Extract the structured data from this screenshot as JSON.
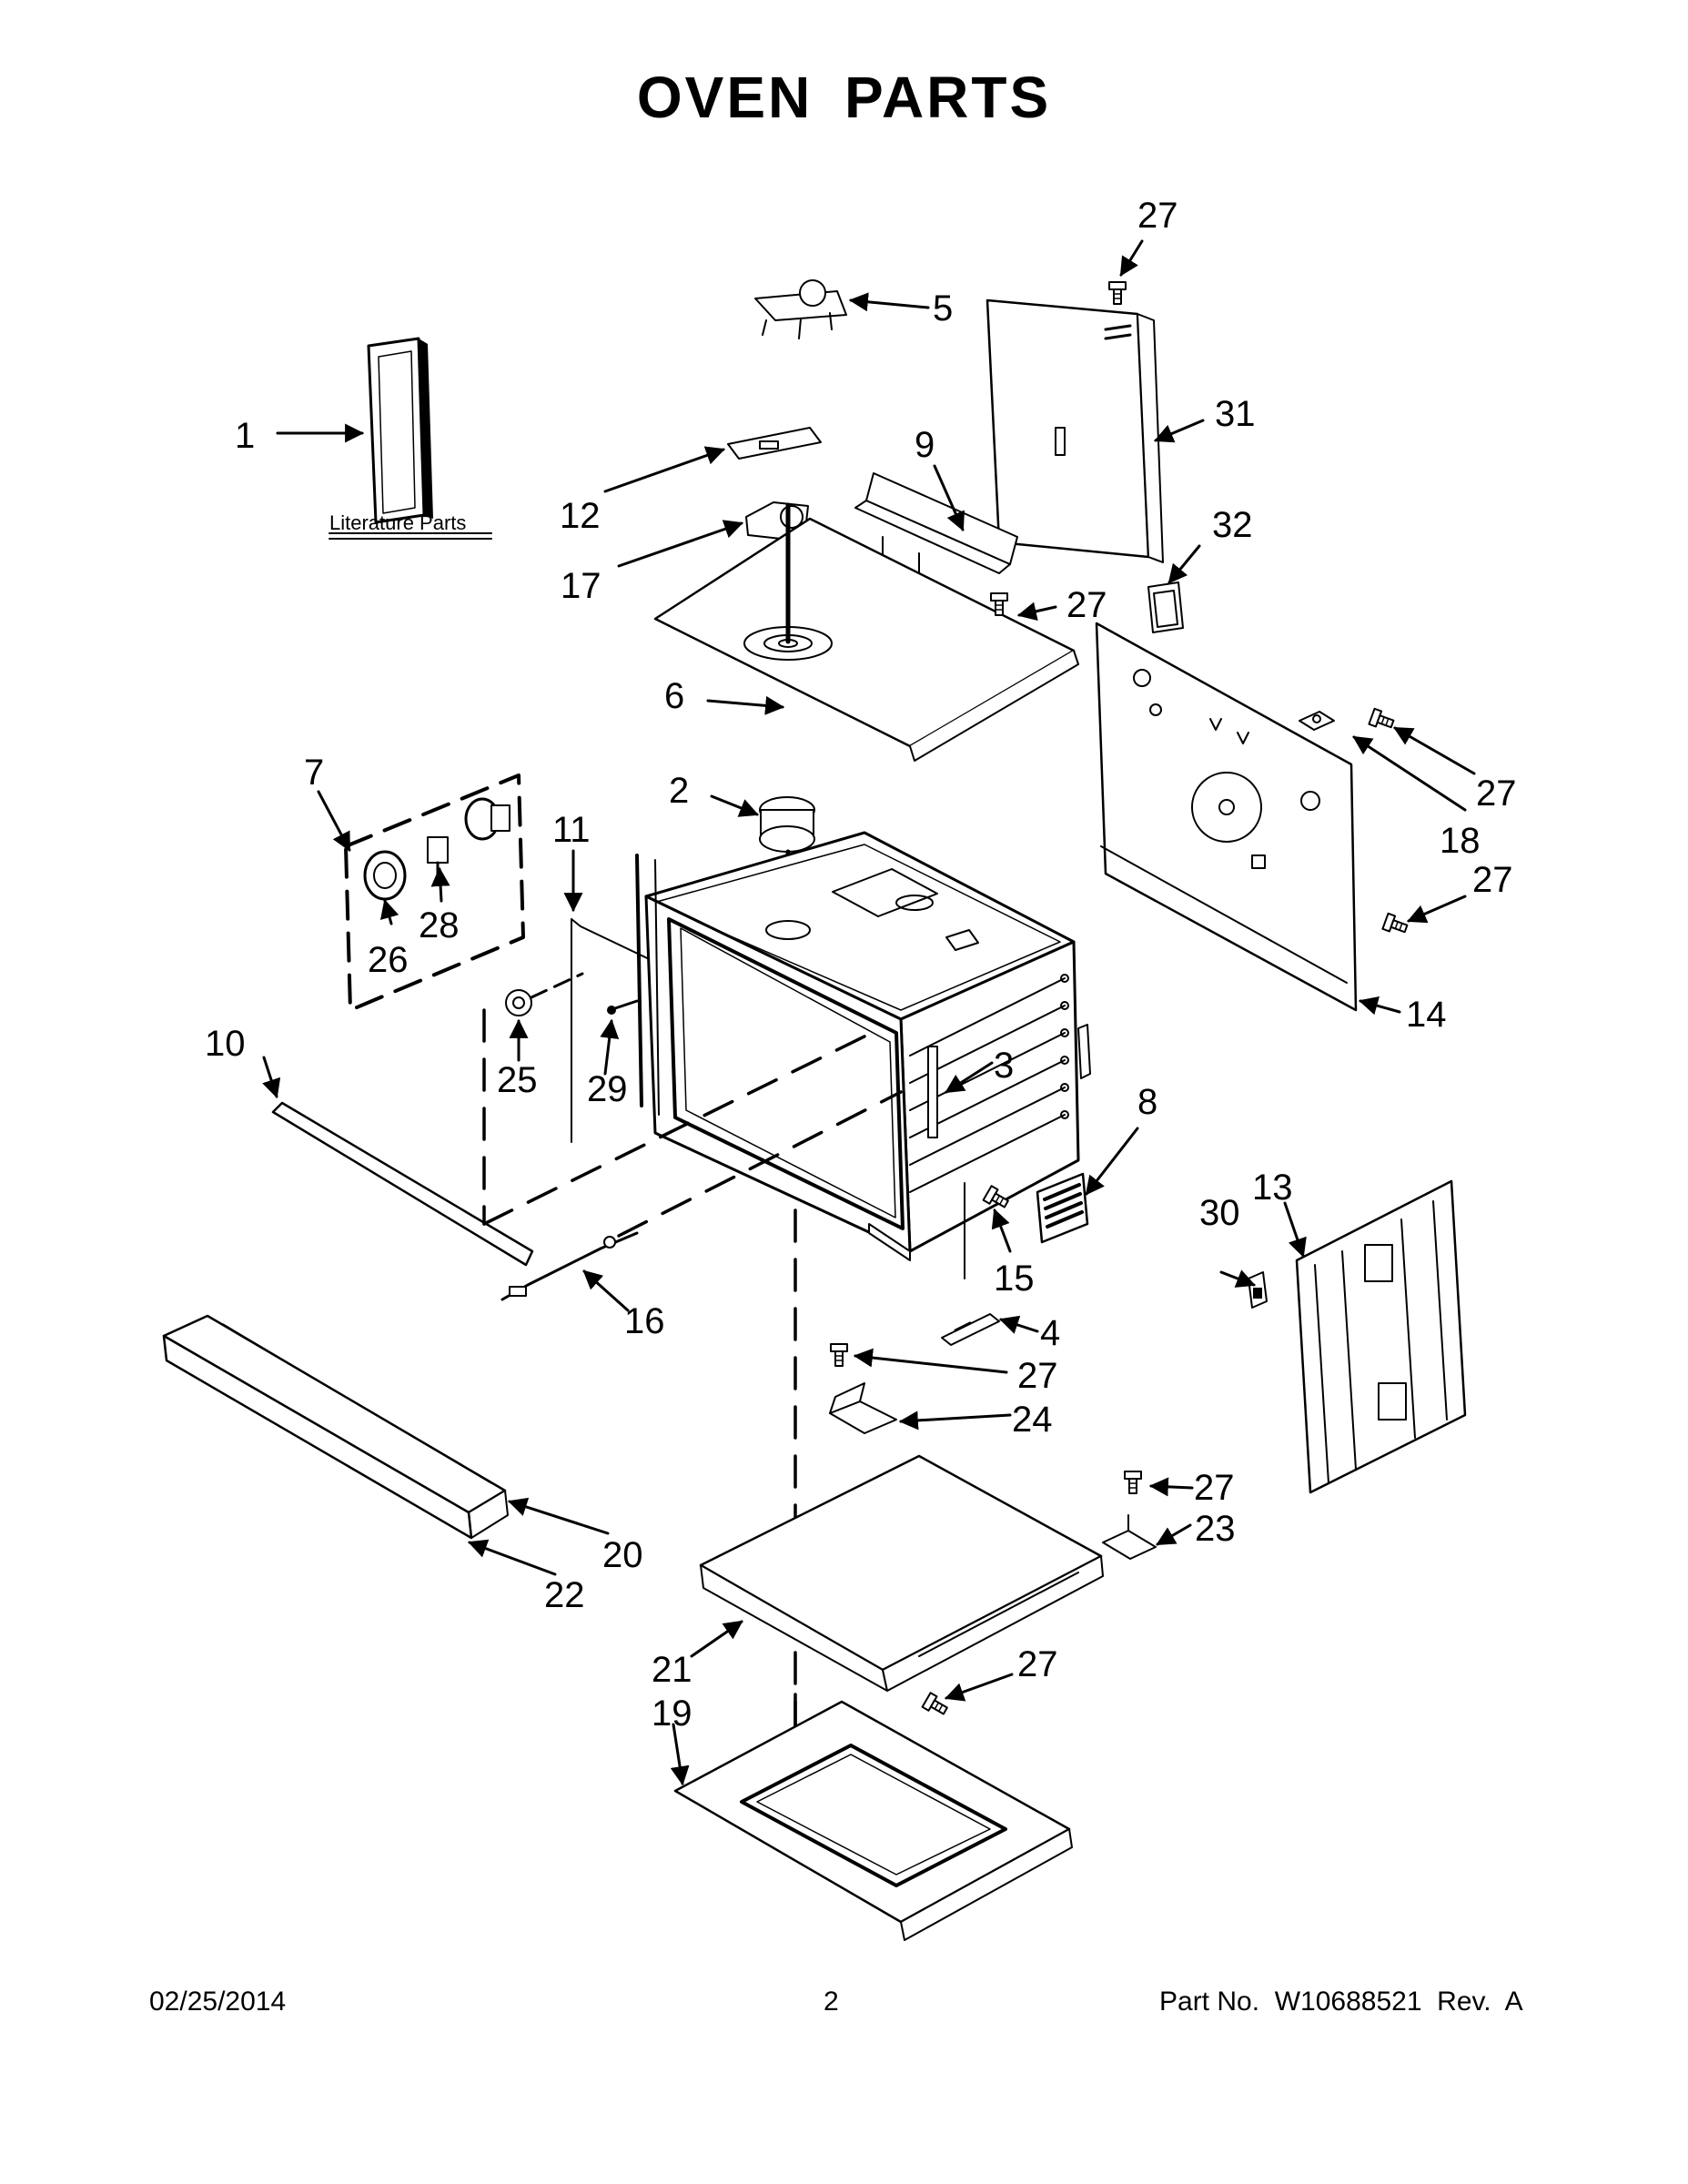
{
  "title": "OVEN PARTS",
  "literature_label": "Literature Parts",
  "footer": {
    "date": "02/25/2014",
    "page": "2",
    "part": "Part No.  W10688521  Rev.  A"
  },
  "callouts": [
    "1",
    "2",
    "3",
    "4",
    "5",
    "6",
    "7",
    "8",
    "9",
    "10",
    "11",
    "12",
    "13",
    "14",
    "15",
    "16",
    "17",
    "18",
    "19",
    "20",
    "21",
    "22",
    "23",
    "24",
    "25",
    "26",
    "27",
    "28",
    "29",
    "30",
    "31",
    "32"
  ],
  "icons": [
    "screw-icon"
  ]
}
